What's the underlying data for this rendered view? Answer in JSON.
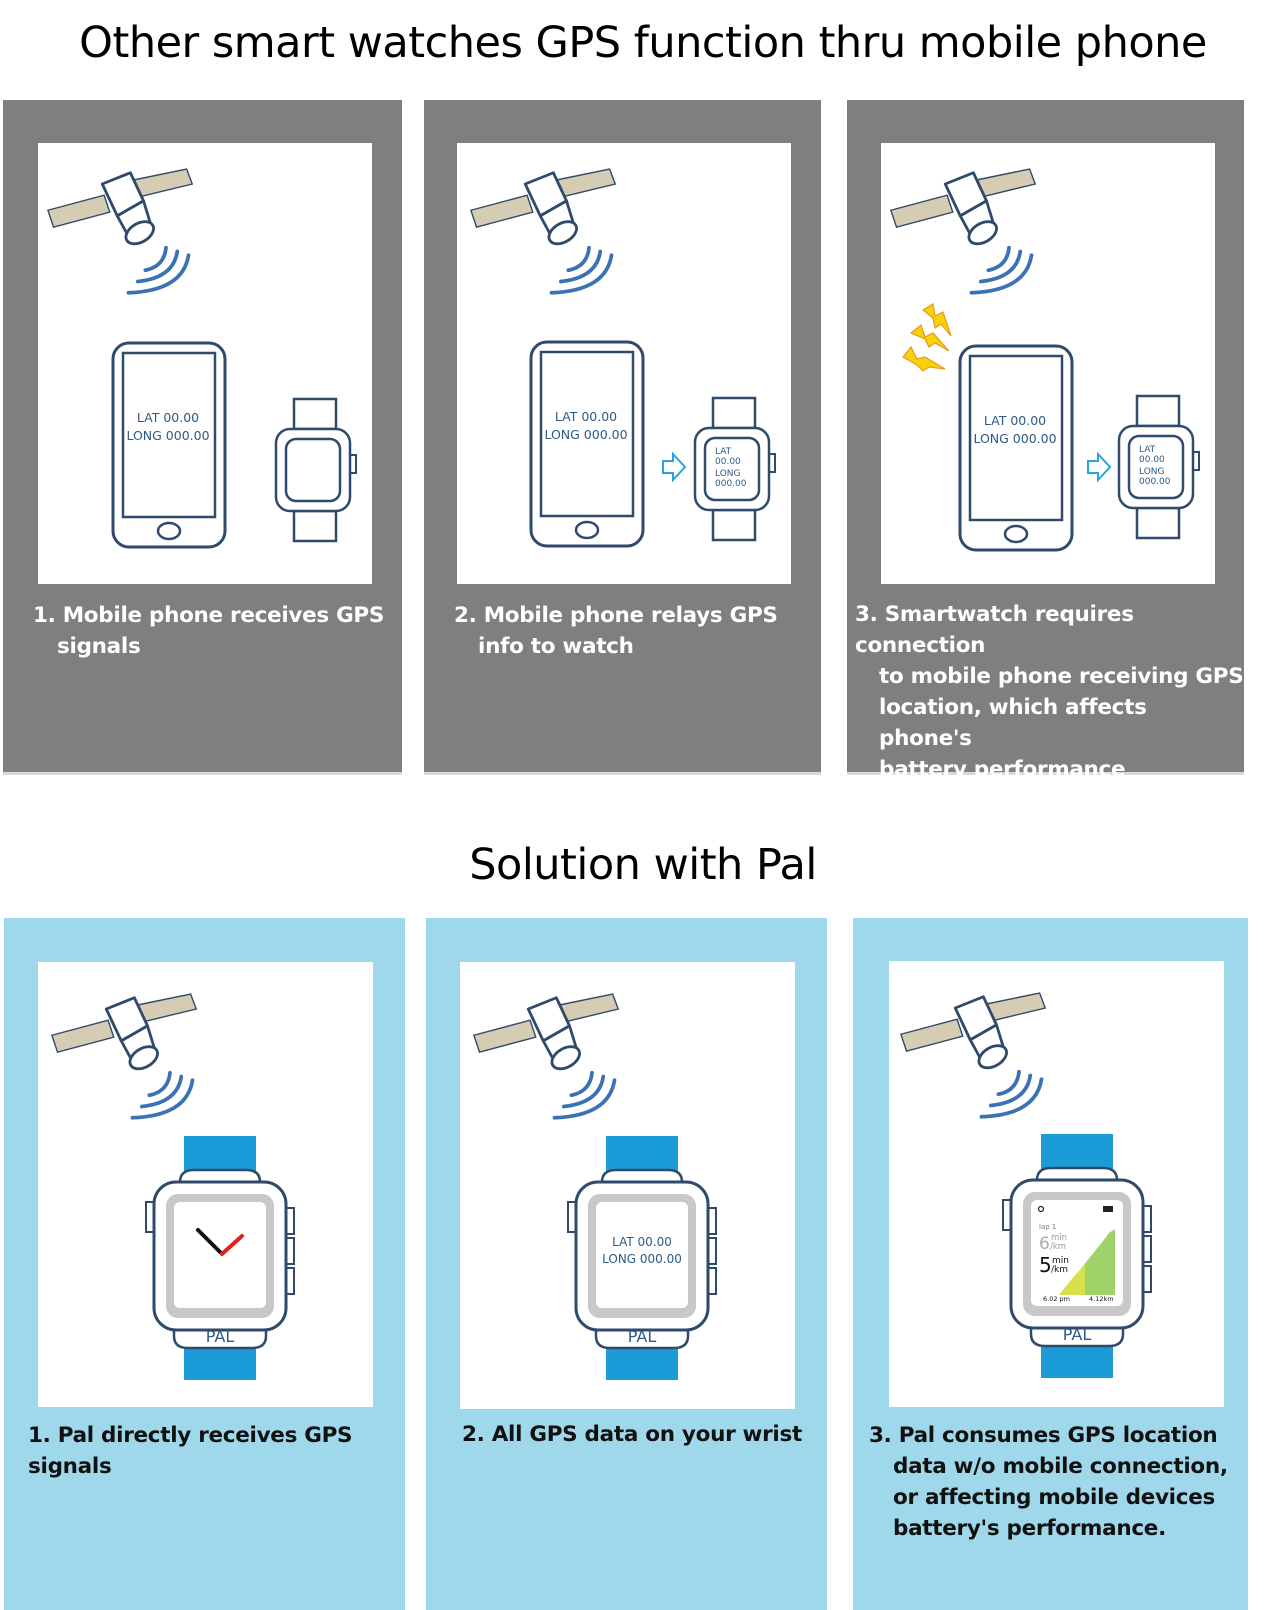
{
  "top_title": "Other smart watches GPS function thru mobile phone",
  "bottom_title": "Solution with Pal",
  "colors": {
    "gray_panel": "#7f7f7f",
    "blue_panel": "#9fd8ea",
    "outline": "#2f4a6b",
    "wave": "#3a72b5",
    "pal_band": "#1b9bd8",
    "arrow": "#2aa3d8",
    "lightning": "#f5d20a"
  },
  "icons": [
    "satellite-icon",
    "gps-signal-icon",
    "smartphone-icon",
    "smartwatch-icon",
    "arrow-right-icon",
    "lightning-icon",
    "pal-watch-icon"
  ],
  "screen": {
    "lat": "LAT  00.00",
    "long": "LONG 000.00",
    "lat_label": "LAT",
    "lat_value": "00.00",
    "long_label": "LONG",
    "long_value": "000.00"
  },
  "pal_brand": "PAL",
  "pal_run_screen": {
    "lap": "lap 1",
    "prev_pace": "6",
    "prev_unit_top": "min",
    "prev_unit_bottom": "/km",
    "pace": "5",
    "unit_top": "min",
    "unit_bottom": "/km",
    "time": "6.02 pm",
    "distance": "4.12km"
  },
  "top_panels": [
    {
      "line1": "1. Mobile phone receives GPS",
      "line2": "signals"
    },
    {
      "line1": "2. Mobile phone relays GPS",
      "line2": "info to watch"
    },
    {
      "line1": "3. Smartwatch requires connection",
      "line2": "to mobile phone receiving GPS",
      "line3": "location, which affects phone's",
      "line4": "battery performance"
    }
  ],
  "bottom_panels": [
    {
      "line1": "1. Pal directly receives GPS signals"
    },
    {
      "line1": "2. All GPS data on your wrist"
    },
    {
      "line1": "3. Pal consumes GPS location",
      "line2": "data w/o mobile connection,",
      "line3": "or affecting mobile devices",
      "line4": "battery's performance."
    }
  ]
}
